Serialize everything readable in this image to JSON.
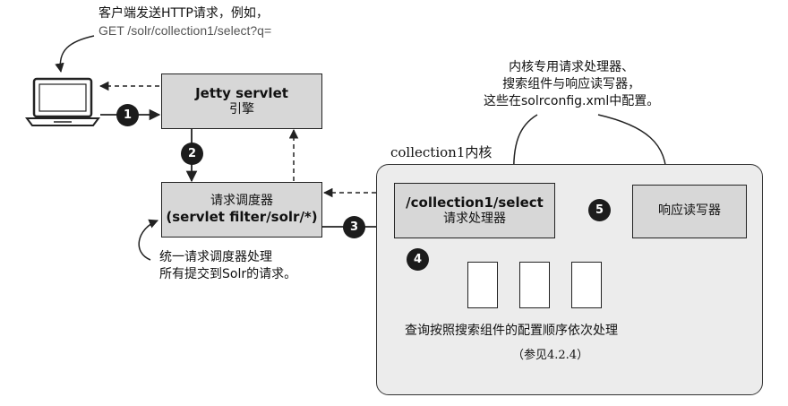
{
  "client_note": {
    "line1": "客户端发送HTTP请求，例如，",
    "line2": "GET /solr/collection1/select?q="
  },
  "jetty_box": {
    "title": "Jetty servlet",
    "subtitle": "引擎"
  },
  "dispatcher_box": {
    "title": "请求调度器",
    "subtitle": "(servlet filter/solr/*)"
  },
  "dispatcher_note": {
    "line1": "统一请求调度器处理",
    "line2": "所有提交到Solr的请求。"
  },
  "core_label": "collection1内核",
  "top_note": {
    "line1": "内核专用请求处理器、",
    "line2": "搜索组件与响应读写器，",
    "line3": "这些在solrconfig.xml中配置。"
  },
  "handler_box": {
    "title": "/collection1/select",
    "subtitle": "请求处理器"
  },
  "writer_box": {
    "title": "响应读写器"
  },
  "components_caption": "查询按照搜索组件的配置顺序依次处理",
  "components_ref": "（参见4.2.4）",
  "steps": [
    "1",
    "2",
    "3",
    "4",
    "5"
  ],
  "icons": {
    "client": "laptop-icon"
  }
}
